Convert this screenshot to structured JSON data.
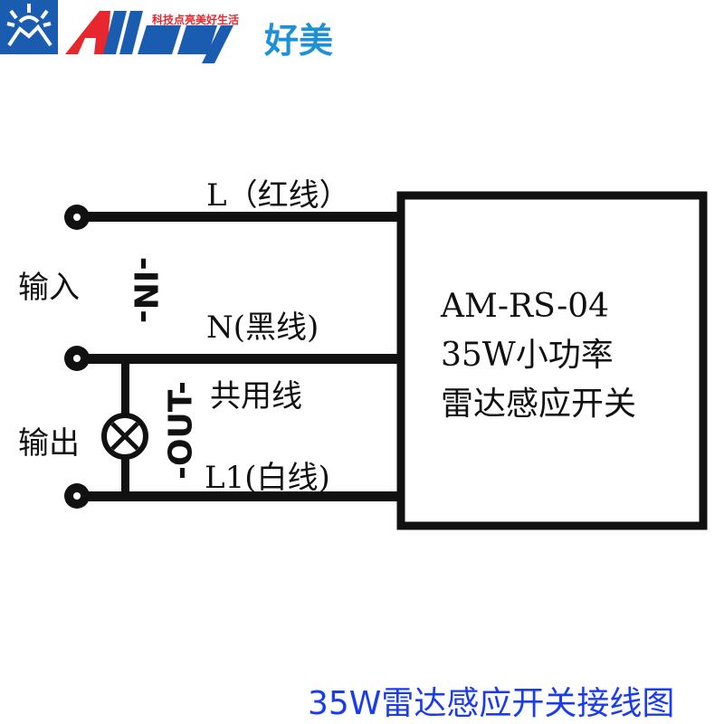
{
  "logo": {
    "brand": "Allway",
    "slogan": "科技点亮美好生活",
    "cn_name": "好美",
    "colors": {
      "blue": "#1a5cb0",
      "red": "#e8262d",
      "light_blue": "#1e90d8"
    }
  },
  "wires": {
    "L": "L（红线）",
    "N": "N(黑线)",
    "common": "共用线",
    "L1": "L1(白线)"
  },
  "sides": {
    "input": "输入",
    "output": "输出",
    "in_tag": "-IN-",
    "out_tag": "-OUT-"
  },
  "device": {
    "model": "AM-RS-04",
    "power": "35W小功率",
    "type": "雷达感应开关"
  },
  "caption": "35W雷达感应开关接线图",
  "caption_color": "#1a3cf0"
}
